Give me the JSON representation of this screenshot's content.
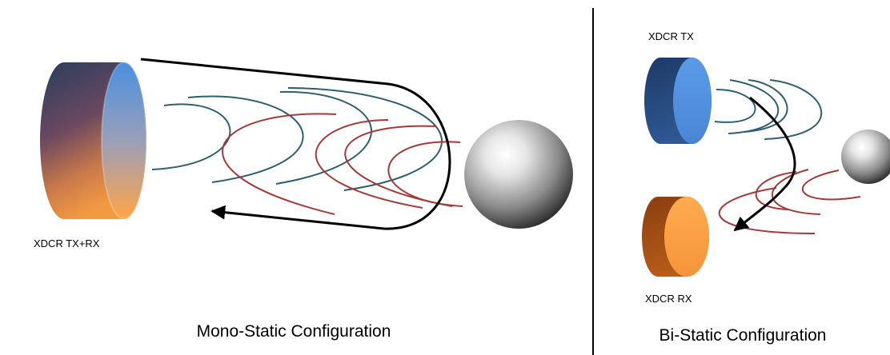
{
  "mono": {
    "transducer_label": "XDCR TX+RX",
    "caption": "Mono-Static Configuration"
  },
  "bi": {
    "tx_label": "XDCR TX",
    "rx_label": "XDCR RX",
    "caption": "Bi-Static Configuration"
  },
  "colors": {
    "transmit_wave": "#2f5f6e",
    "echo_wave": "#a33a3a",
    "signal_path": "#000000",
    "divider": "#000000"
  },
  "icons": {
    "target": "sphere-target-icon",
    "transducer": "cylinder-transducer-icon"
  }
}
